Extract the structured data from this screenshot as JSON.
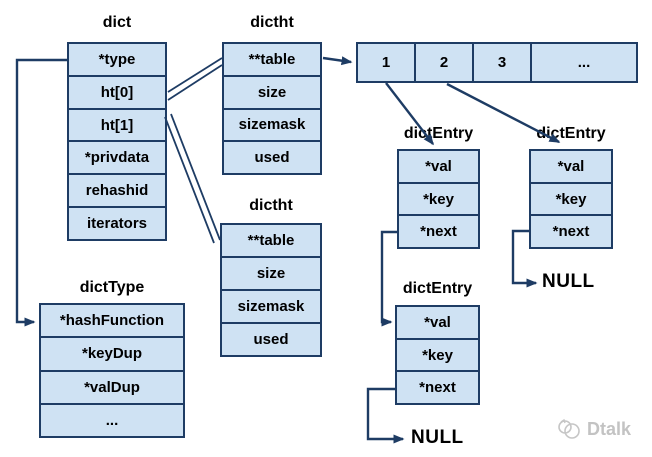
{
  "tables": {
    "dict": {
      "title": "dict",
      "rows": [
        "*type",
        "ht[0]",
        "ht[1]",
        "*privdata",
        "rehashid",
        "iterators"
      ]
    },
    "dictht_top": {
      "title": "dictht",
      "rows": [
        "**table",
        "size",
        "sizemask",
        "used"
      ]
    },
    "dictht_bottom": {
      "title": "dictht",
      "rows": [
        "**table",
        "size",
        "sizemask",
        "used"
      ]
    },
    "dict_entry_1": {
      "title": "dictEntry",
      "rows": [
        "*val",
        "*key",
        "*next"
      ]
    },
    "dict_entry_2": {
      "title": "dictEntry",
      "rows": [
        "*val",
        "*key",
        "*next"
      ]
    },
    "dict_entry_3": {
      "title": "dictEntry",
      "rows": [
        "*val",
        "*key",
        "*next"
      ]
    },
    "dict_type": {
      "title": "dictType",
      "rows": [
        "*hashFunction",
        "*keyDup",
        "*valDup",
        "..."
      ]
    }
  },
  "bucket_array": {
    "cells": [
      "1",
      "2",
      "3",
      "..."
    ]
  },
  "labels": {
    "null_right": "NULL",
    "null_bottom": "NULL"
  },
  "watermark": {
    "label": "Dtalk"
  },
  "colors": {
    "table_fill": "#cfe2f3",
    "line": "#1e3c64",
    "text": "#000000",
    "watermark": "#c3c3c3"
  }
}
